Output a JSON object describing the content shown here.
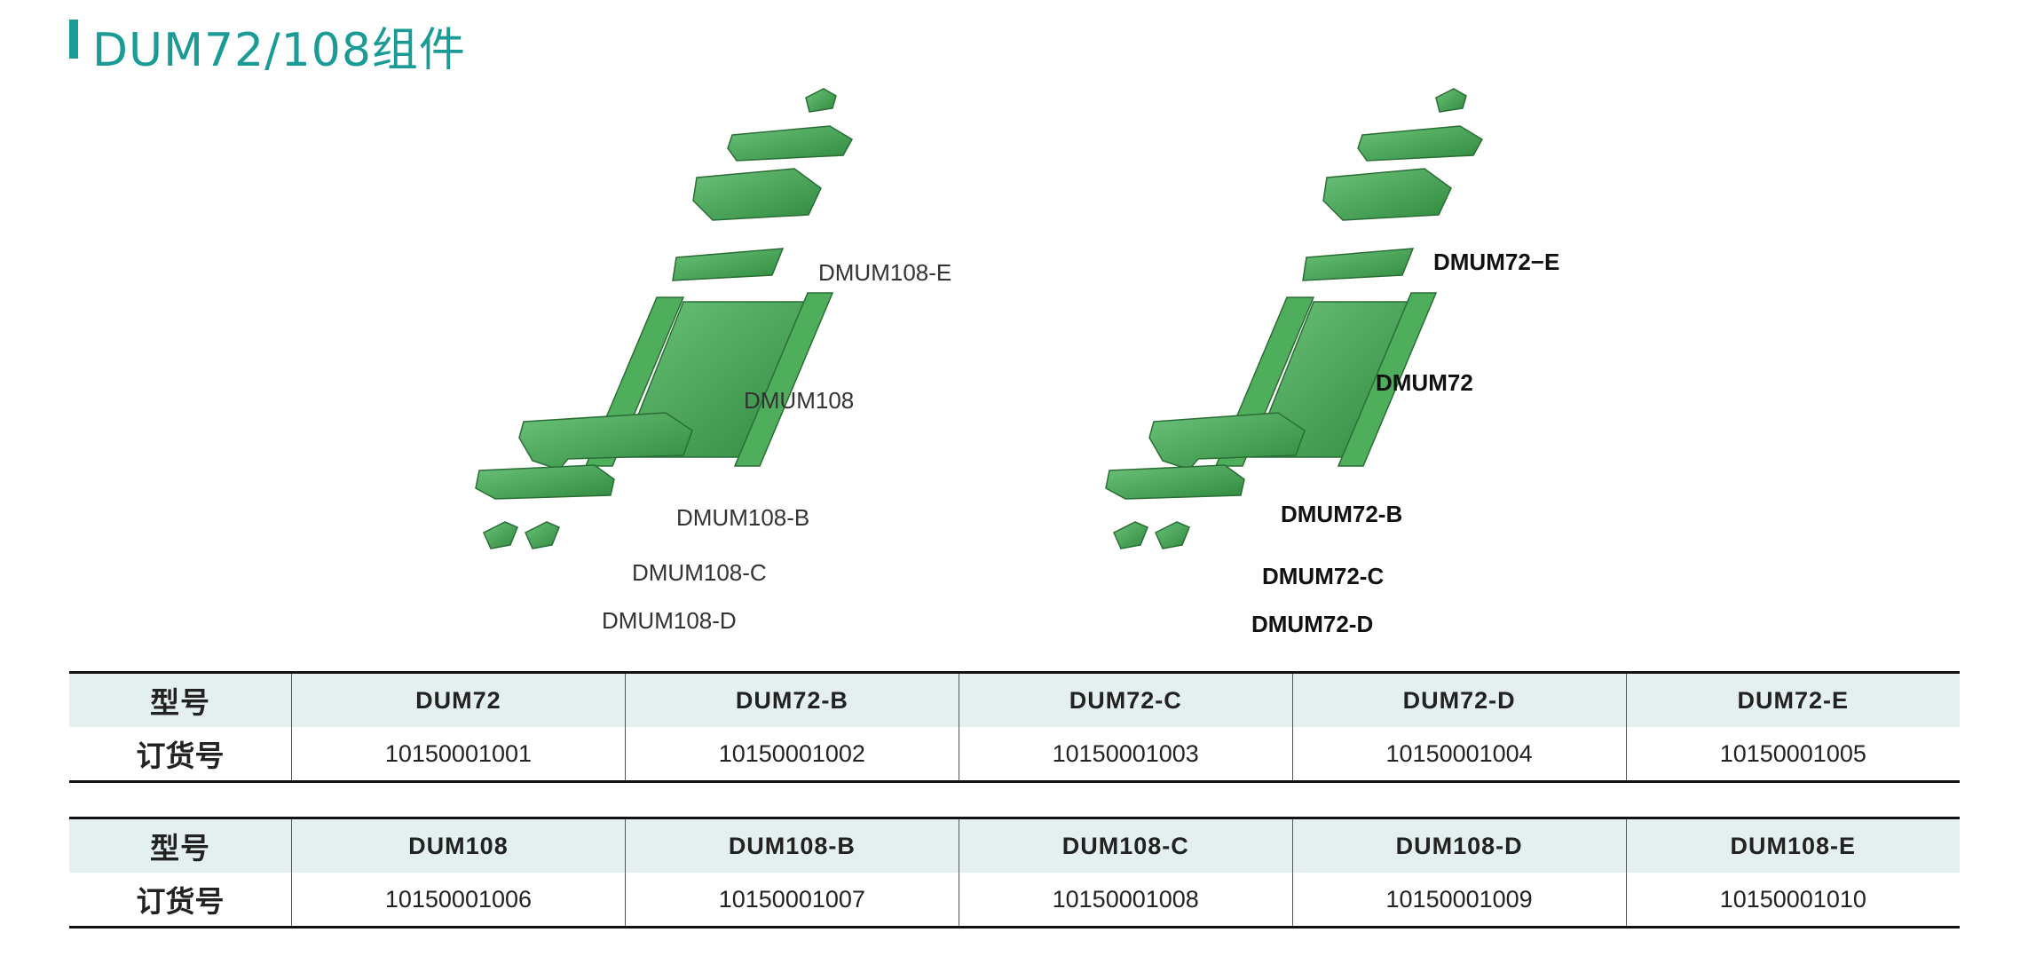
{
  "title": "DUM72/108组件",
  "diagram_left": {
    "labels": [
      "DMUM108-E",
      "DMUM108",
      "DMUM108-B",
      "DMUM108-C",
      "DMUM108-D"
    ]
  },
  "diagram_right": {
    "labels": [
      "DMUM72−E",
      "DMUM72",
      "DMUM72-B",
      "DMUM72-C",
      "DMUM72-D"
    ]
  },
  "tables": [
    {
      "header_label": "型号",
      "order_label": "订货号",
      "models": [
        "DUM72",
        "DUM72-B",
        "DUM72-C",
        "DUM72-D",
        "DUM72-E"
      ],
      "order_numbers": [
        "10150001001",
        "10150001002",
        "10150001003",
        "10150001004",
        "10150001005"
      ]
    },
    {
      "header_label": "型号",
      "order_label": "订货号",
      "models": [
        "DUM108",
        "DUM108-B",
        "DUM108-C",
        "DUM108-D",
        "DUM108-E"
      ],
      "order_numbers": [
        "10150001006",
        "10150001007",
        "10150001008",
        "10150001009",
        "10150001010"
      ]
    }
  ],
  "colors": {
    "accent": "#1a9b96",
    "part_green": "#3a9e4a",
    "header_bg": "#e3f0ef"
  }
}
